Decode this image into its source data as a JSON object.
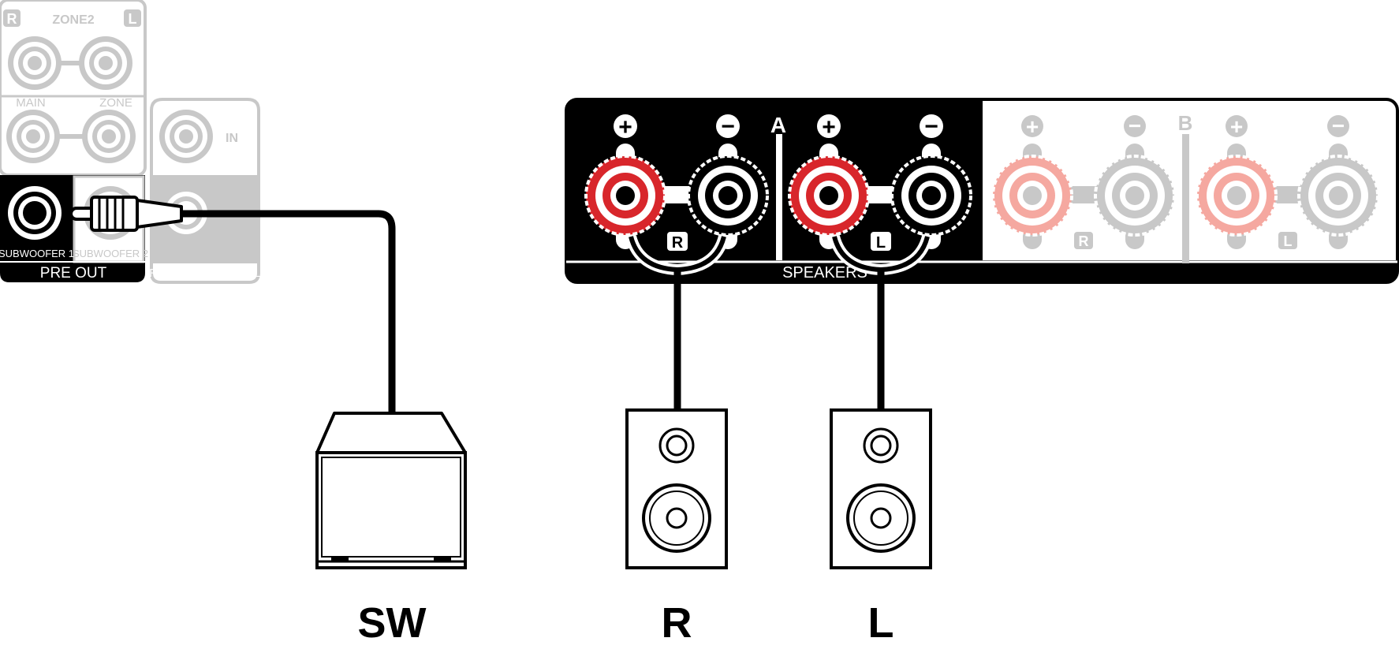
{
  "zone2_panel": {
    "r_badge": "R",
    "l_badge": "L",
    "title": "ZONE2",
    "main_label": "MAIN",
    "zone_label": "ZONE"
  },
  "remote_panel": {
    "in_label": "IN",
    "title": "REMOTE CONTROL"
  },
  "pre_out_panel": {
    "sub1_label": "SUBWOOFER 1",
    "sub2_label": "SUBWOOFER 2",
    "title": "PRE OUT"
  },
  "speaker_panel": {
    "group_a_label": "A",
    "group_b_label": "B",
    "title": "SPEAKERS",
    "plus_symbol": "+",
    "minus_symbol": "−",
    "channel_r": "R",
    "channel_l": "L"
  },
  "devices": {
    "subwoofer_label": "SW",
    "right_speaker_label": "R",
    "left_speaker_label": "L"
  },
  "colors": {
    "active_plus_terminal": "#d8262b",
    "inactive_plus_terminal": "#f5a8a0",
    "inactive_gray": "#c8c8c8",
    "panel_black": "#000000"
  }
}
